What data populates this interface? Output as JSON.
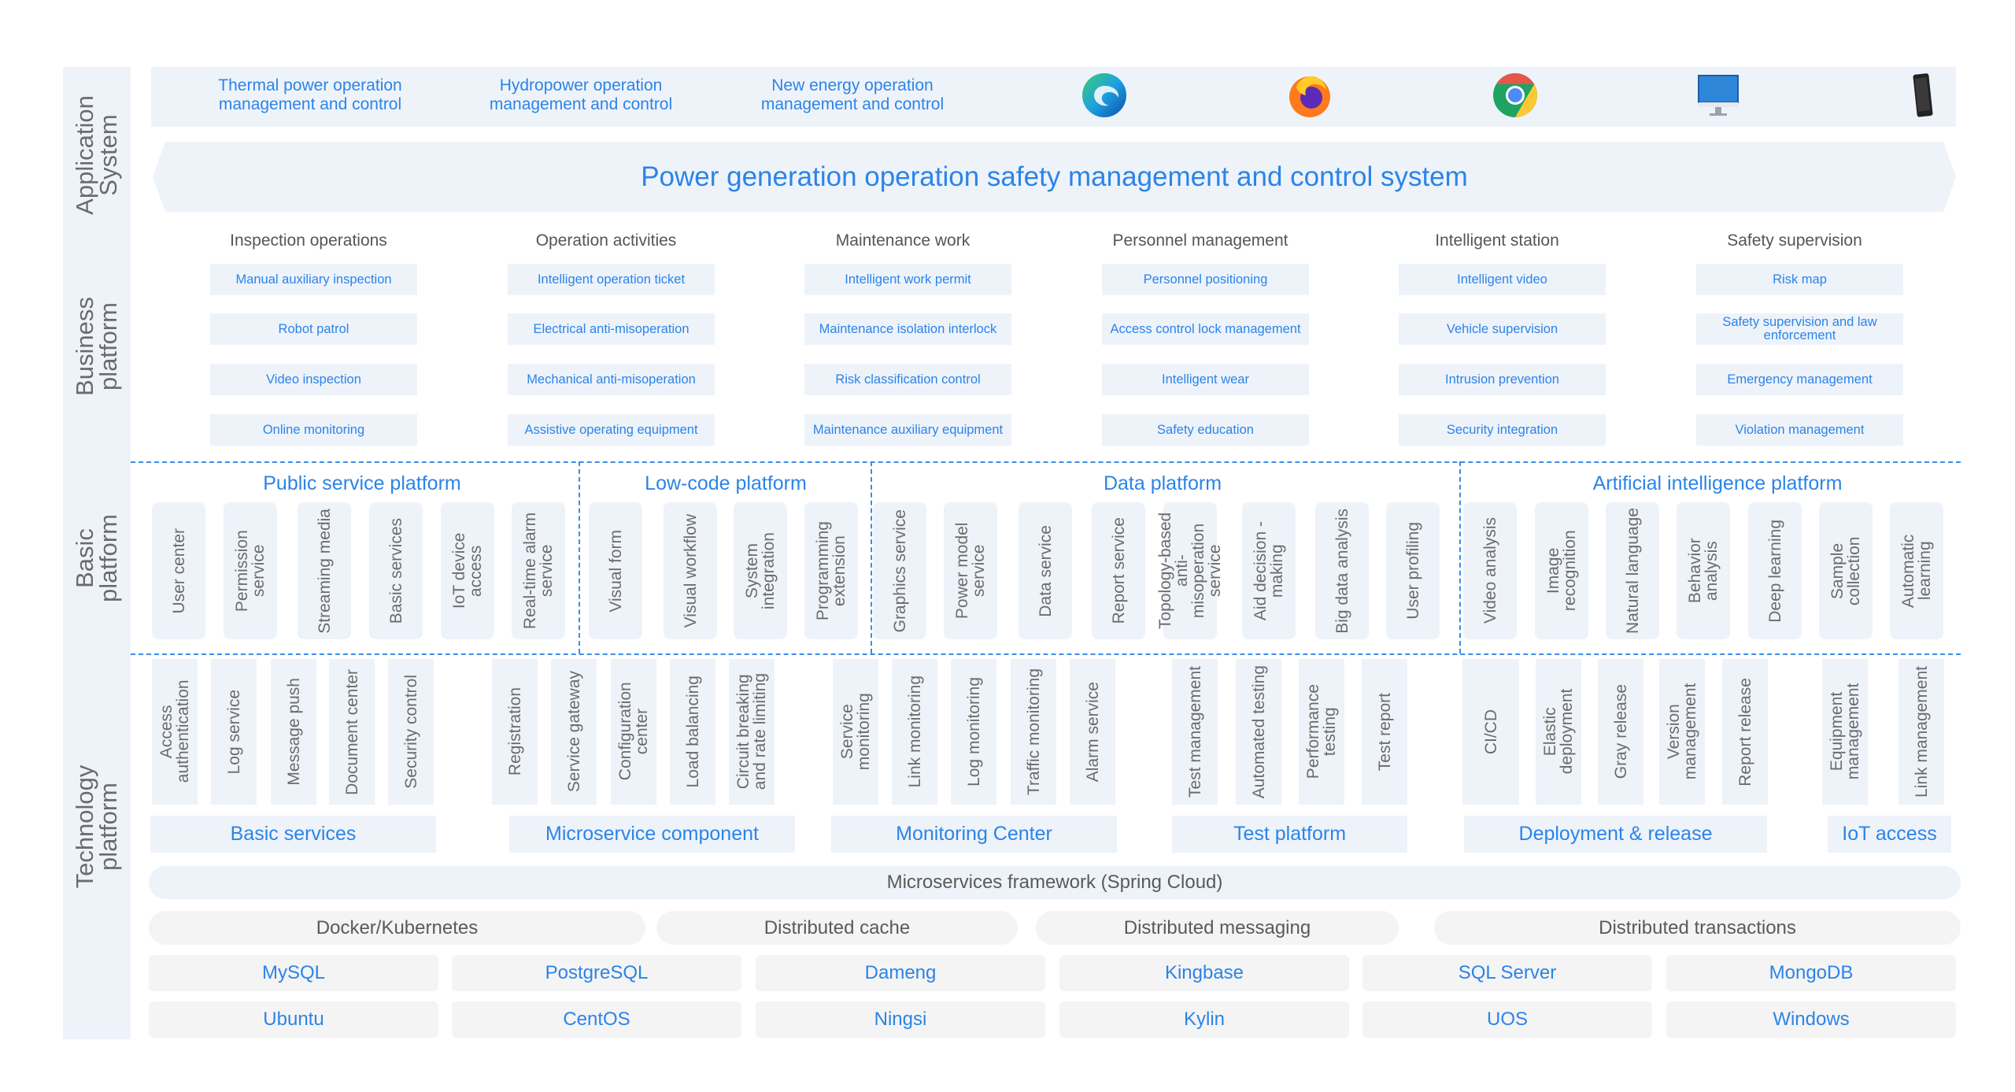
{
  "sections": {
    "application": "Application\nSystem",
    "business": "Business\nplatform",
    "basic": "Basic\nplatform",
    "technology": "Technology\nplatform"
  },
  "app_bar": {
    "items": [
      "Thermal power operation management and control",
      "Hydropower operation management and control",
      "New energy operation management and control"
    ],
    "icons": [
      "edge-browser-icon",
      "firefox-browser-icon",
      "chrome-browser-icon",
      "desktop-monitor-icon",
      "mobile-phone-icon"
    ]
  },
  "banner": {
    "title": "Power generation operation safety management and control system"
  },
  "business": {
    "columns": [
      {
        "title": "Inspection operations",
        "items": [
          "Manual auxiliary inspection",
          "Robot patrol",
          "Video inspection",
          "Online monitoring"
        ]
      },
      {
        "title": "Operation activities",
        "items": [
          "Intelligent operation ticket",
          "Electrical anti-misoperation",
          "Mechanical anti-misoperation",
          "Assistive operating equipment"
        ]
      },
      {
        "title": "Maintenance work",
        "items": [
          "Intelligent work permit",
          "Maintenance isolation interlock",
          "Risk classification control",
          "Maintenance auxiliary equipment"
        ]
      },
      {
        "title": "Personnel management",
        "items": [
          "Personnel positioning",
          "Access control lock management",
          "Intelligent wear",
          "Safety education"
        ]
      },
      {
        "title": "Intelligent station",
        "items": [
          "Intelligent video",
          "Vehicle supervision",
          "Intrusion prevention",
          "Security integration"
        ]
      },
      {
        "title": "Safety supervision",
        "items": [
          "Risk map",
          "Safety supervision and law enforcement",
          "Emergency management",
          "Violation management"
        ]
      }
    ]
  },
  "basic": {
    "groups": [
      {
        "title": "Public service platform",
        "items": [
          "User center",
          "Permission service",
          "Streaming media",
          "Basic services",
          "IoT device access",
          "Real-time alarm service"
        ]
      },
      {
        "title": "Low-code platform",
        "items": [
          "Visual form",
          "Visual workflow",
          "System integration",
          "Programming extension"
        ]
      },
      {
        "title": "Data platform",
        "items": [
          "Graphics service",
          "Power model service",
          "Data service",
          "Report service",
          "Topology-based anti-misoperation service",
          "Aid decision -making",
          "Big data analysis",
          "User profiling"
        ]
      },
      {
        "title": "Artificial intelligence platform",
        "items": [
          "Video analysis",
          "Image recognition",
          "Natural language",
          "Behavior analysis",
          "Deep learning",
          "Sample collection",
          "Automatic learning"
        ]
      }
    ]
  },
  "technology": {
    "groups": [
      {
        "title": "Basic services",
        "items": [
          "Access authentication",
          "Log service",
          "Message push",
          "Document center",
          "Security control"
        ]
      },
      {
        "title": "Microservice component",
        "items": [
          "Registration",
          "Service gateway",
          "Configuration center",
          "Load balancing",
          "Circuit breaking and rate limiting"
        ]
      },
      {
        "title": "Monitoring Center",
        "items": [
          "Service monitoring",
          "Link monitoring",
          "Log monitoring",
          "Traffic monitoring",
          "Alarm service"
        ]
      },
      {
        "title": "Test platform",
        "items": [
          "Test management",
          "Automated testing",
          "Performance testing",
          "Test report"
        ]
      },
      {
        "title": "Deployment & release",
        "items": [
          "CI/CD",
          "Elastic deployment",
          "Gray release",
          "Version management",
          "Report release"
        ]
      },
      {
        "title": "IoT access",
        "items": [
          "Equipment management",
          "Link management"
        ]
      }
    ]
  },
  "infrastructure": {
    "framework": "Microservices framework (Spring Cloud)",
    "middleware": [
      "Docker/Kubernetes",
      "Distributed cache",
      "Distributed messaging",
      "Distributed transactions"
    ],
    "databases": [
      "MySQL",
      "PostgreSQL",
      "Dameng",
      "Kingbase",
      "SQL Server",
      "MongoDB"
    ],
    "os": [
      "Ubuntu",
      "CentOS",
      "Ningsi",
      "Kylin",
      "UOS",
      "Windows"
    ]
  },
  "colors": {
    "accent": "#2b84e8",
    "panel": "#eef3fa",
    "dash": "#3a8ee6",
    "text_gray": "#6b6b6b"
  }
}
